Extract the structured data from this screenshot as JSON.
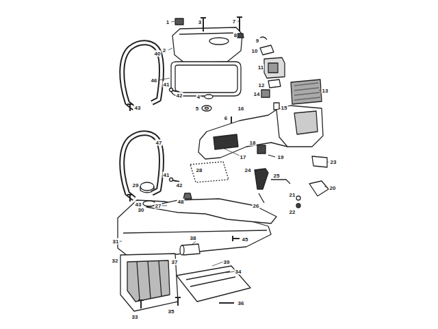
{
  "diagram": {
    "labels": [
      "1",
      "3",
      "7",
      "8",
      "9",
      "2",
      "10",
      "40",
      "11",
      "46",
      "41",
      "12",
      "13",
      "14",
      "42",
      "4",
      "15",
      "43",
      "5",
      "16",
      "6",
      "47",
      "18",
      "17",
      "19",
      "23",
      "28",
      "24",
      "41",
      "25",
      "29",
      "42",
      "20",
      "48",
      "21",
      "43",
      "30",
      "27",
      "22",
      "26",
      "45",
      "31",
      "38",
      "37",
      "32",
      "39",
      "34",
      "35",
      "36",
      "33"
    ]
  }
}
